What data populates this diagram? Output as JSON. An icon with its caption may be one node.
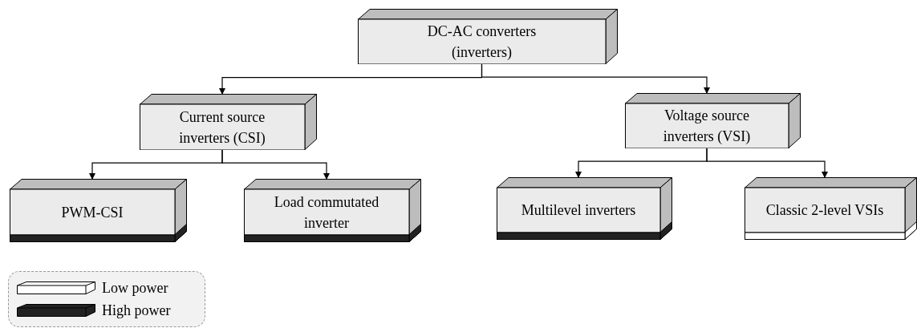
{
  "diagram": {
    "nodes": [
      {
        "text": [
          "DC-AC converters (inverters)"
        ]
      },
      {
        "text": [
          "Current source inverters (CSI)"
        ]
      },
      {
        "text": [
          "PWM-CSI"
        ]
      },
      {
        "text": [
          "Load commutated inverter"
        ]
      },
      {
        "text": [
          "Voltage source inverters (VSI)"
        ]
      },
      {
        "text": [
          "Multilevel inverters"
        ]
      },
      {
        "text": [
          "Classic 2-level VSIs"
        ]
      }
    ],
    "edges": [
      {
        "from": 0,
        "to": 1,
        "arrow": "to"
      },
      {
        "from": 0,
        "to": 4,
        "arrow": "to"
      },
      {
        "from": 1,
        "to": 2,
        "arrow": "to"
      },
      {
        "from": 1,
        "to": 3,
        "arrow": "to"
      },
      {
        "from": 4,
        "to": 5,
        "arrow": "to"
      },
      {
        "from": 4,
        "to": 6,
        "arrow": "to"
      }
    ],
    "legend": [
      {
        "text": "Low power",
        "color": "#ffffff"
      },
      {
        "text": "High power",
        "color": "#222222"
      }
    ]
  }
}
